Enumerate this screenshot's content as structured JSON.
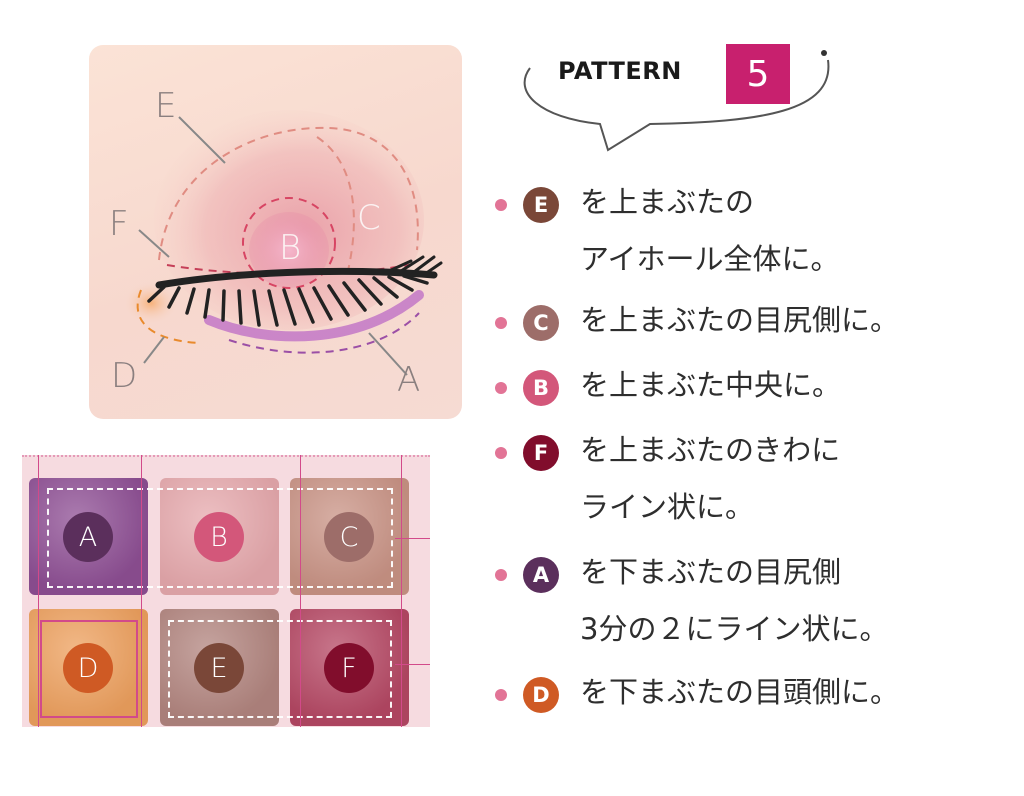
{
  "pattern": {
    "label": "PATTERN",
    "number": "5"
  },
  "eye": {
    "labels": {
      "a": "A",
      "b": "B",
      "c": "C",
      "d": "D",
      "e": "E",
      "f": "F"
    }
  },
  "palette": {
    "pans": [
      {
        "letter": "A",
        "pan_color": "#8e4f94",
        "badge_color": "#5b2f5c"
      },
      {
        "letter": "B",
        "pan_color": "#e6a9ad",
        "badge_color": "#d3577a"
      },
      {
        "letter": "C",
        "pan_color": "#c99385",
        "badge_color": "#9d6d69"
      },
      {
        "letter": "D",
        "pan_color": "#eda05e",
        "badge_color": "#cf5a24"
      },
      {
        "letter": "E",
        "pan_color": "#b2857f",
        "badge_color": "#7a4738"
      },
      {
        "letter": "F",
        "pan_color": "#b54864",
        "badge_color": "#810d2c"
      }
    ]
  },
  "steps": [
    {
      "badge": "E",
      "badge_color": "#7a4738",
      "lines": [
        "を上まぶたの",
        "アイホール全体に。"
      ]
    },
    {
      "badge": "C",
      "badge_color": "#9d6d69",
      "lines": [
        "を上まぶたの目尻側に。"
      ]
    },
    {
      "badge": "B",
      "badge_color": "#d3577a",
      "lines": [
        "を上まぶた中央に。"
      ]
    },
    {
      "badge": "F",
      "badge_color": "#810d2c",
      "lines": [
        "を上まぶたのきわに",
        "ライン状に。"
      ]
    },
    {
      "badge": "A",
      "badge_color": "#5b2f5c",
      "lines": [
        "を下まぶたの目尻側",
        "3分の２にライン状に。"
      ]
    },
    {
      "badge": "D",
      "badge_color": "#cf5a24",
      "lines": [
        "を下まぶたの目頭側に。"
      ]
    }
  ],
  "colors": {
    "accent": "#c8206e",
    "bullet": "#e27496"
  }
}
